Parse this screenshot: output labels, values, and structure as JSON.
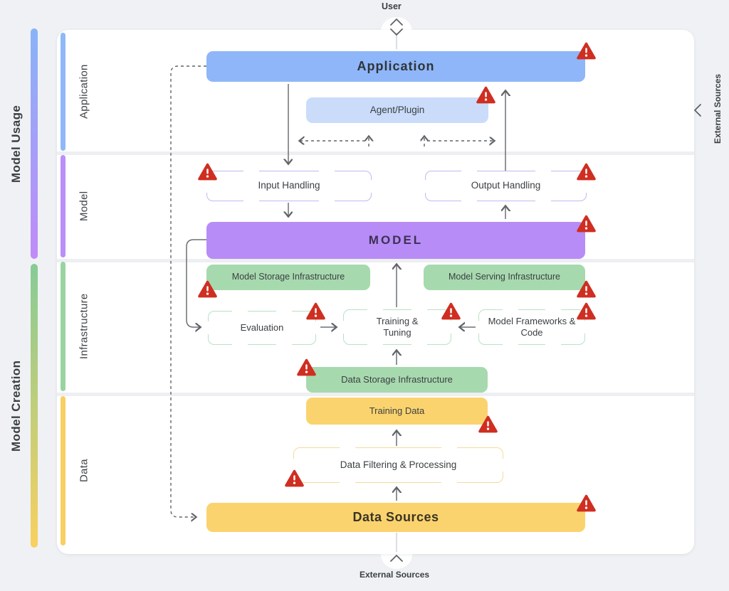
{
  "top": {
    "user_label": "User"
  },
  "bottom": {
    "external_sources_label": "External Sources"
  },
  "right": {
    "external_sources_label": "External Sources"
  },
  "groups": {
    "model_usage": "Model Usage",
    "model_creation": "Model Creation"
  },
  "bands": {
    "application": "Application",
    "model": "Model",
    "infrastructure": "Infrastructure",
    "data": "Data"
  },
  "nodes": {
    "application": {
      "label": "Application"
    },
    "agent_plugin": {
      "label": "Agent/Plugin"
    },
    "input_handling": {
      "label": "Input Handling"
    },
    "output_handling": {
      "label": "Output Handling"
    },
    "model": {
      "label": "MODEL"
    },
    "model_storage": {
      "label": "Model Storage Infrastructure"
    },
    "model_serving": {
      "label": "Model Serving Infrastructure"
    },
    "evaluation": {
      "label": "Evaluation"
    },
    "training_tuning": {
      "label": "Training & Tuning"
    },
    "frameworks_code": {
      "label": "Model Frameworks & Code"
    },
    "data_storage": {
      "label": "Data Storage Infrastructure"
    },
    "training_data": {
      "label": "Training Data"
    },
    "data_filtering": {
      "label": "Data Filtering & Processing"
    },
    "data_sources": {
      "label": "Data Sources"
    }
  },
  "colors": {
    "application_blue": "#8fb6f8",
    "agent_light_blue": "#cadcfa",
    "model_purple": "#b88cf6",
    "infrastructure_green": "#a7d9ae",
    "data_yellow": "#fbd36e",
    "lavender_border": "#c3b8f0",
    "green_border": "#b9e2c1",
    "yellow_border": "#f3dc9a",
    "warning_red": "#cf2e21",
    "arrow_gray": "#5f6368",
    "background_gray": "#eff1f4"
  }
}
